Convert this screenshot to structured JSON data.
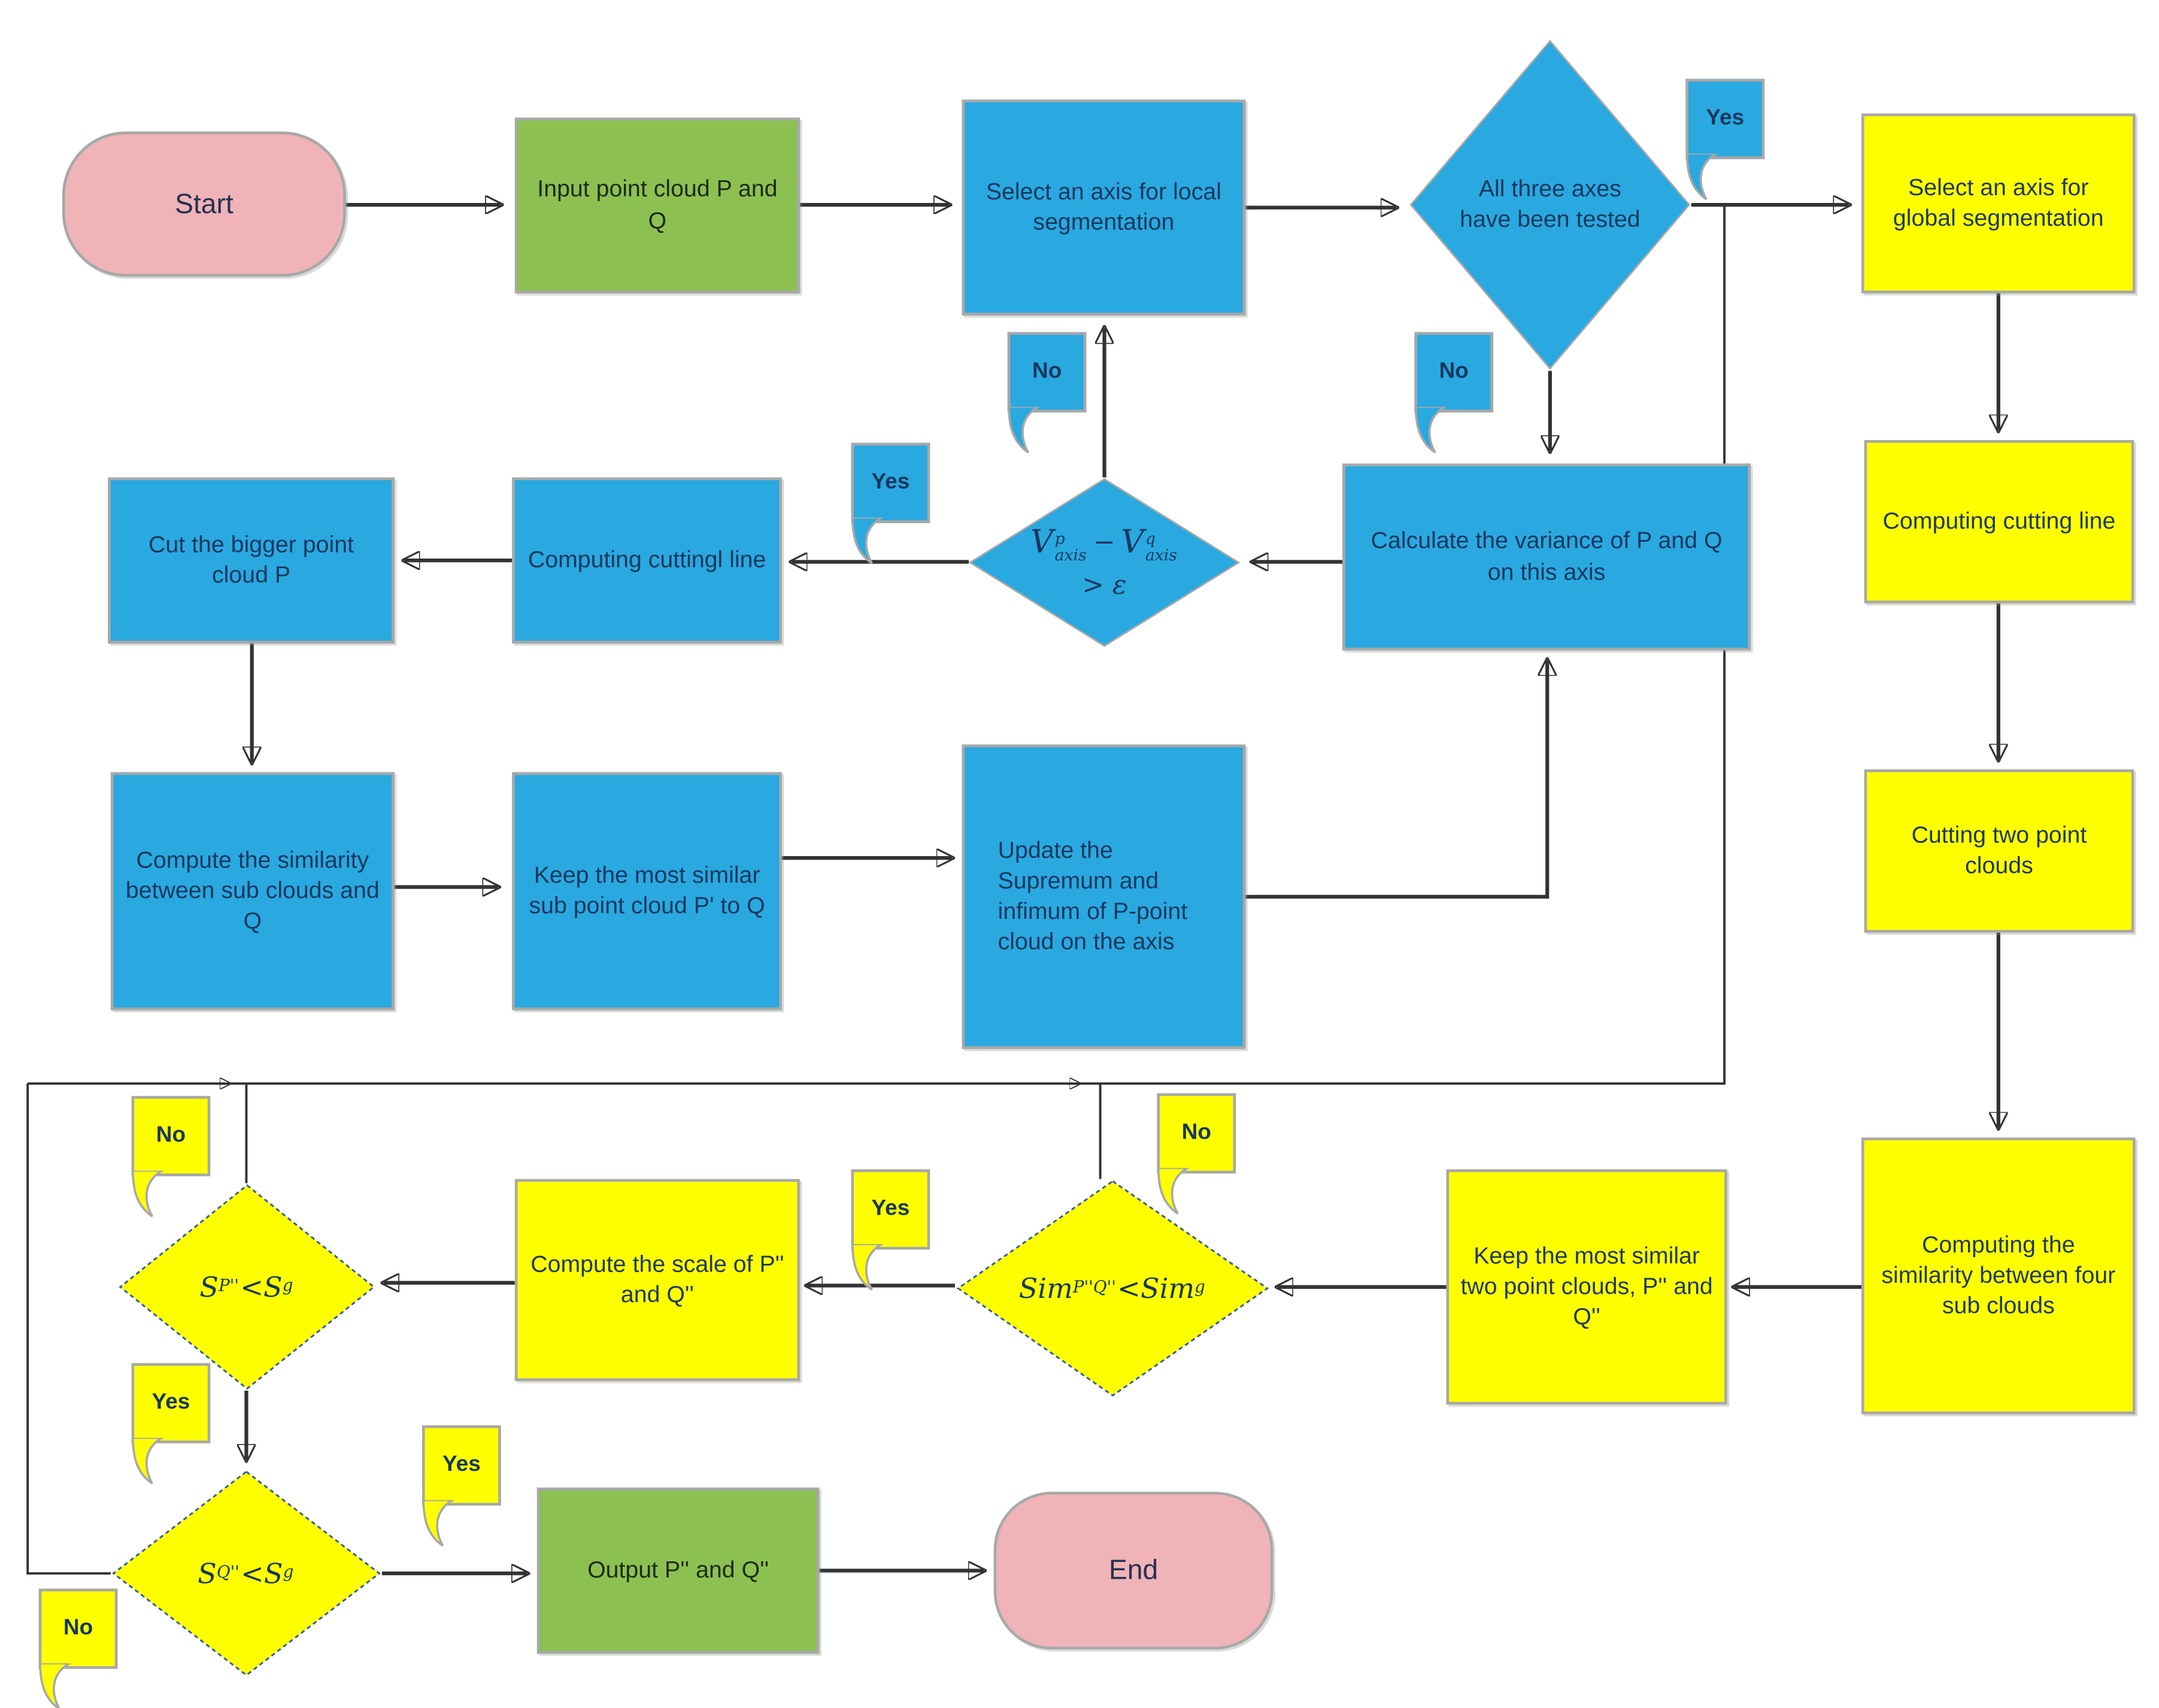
{
  "palette": {
    "process_blue": "#29A9E0",
    "process_yellow": "#FFFF00",
    "io_green": "#8CC152",
    "terminator_pink": "#EFB3B8",
    "arrow": "#333333",
    "text_blue_box": "#17375E",
    "text_yellow_box": "#1F3864",
    "diamond_dash_border": "#3A5FA0"
  },
  "nodes": {
    "start": {
      "label": "Start"
    },
    "input": {
      "label": "Input point cloud P and Q"
    },
    "select_local": {
      "label": "Select an axis for local segmentation"
    },
    "all_three": {
      "label": "All three axes have been tested"
    },
    "select_global": {
      "label": "Select an axis for global segmentation"
    },
    "calc_variance": {
      "label": "Calculate the variance of P and Q on this axis"
    },
    "computing_cuttingl": {
      "label": "Computing cuttingl line"
    },
    "cut_bigger": {
      "label": "Cut the bigger point cloud P"
    },
    "cc_line_yellow": {
      "label": "Computing cutting line"
    },
    "compute_sim_sub": {
      "label": "Compute the similarity between sub clouds and Q"
    },
    "keep_sub": {
      "label": "Keep the most similar sub point cloud P' to Q"
    },
    "update_sup": {
      "label": "Update the Supremum and infimum of P-point cloud on the axis"
    },
    "cutting_two": {
      "label": "Cutting two point clouds"
    },
    "computing_four": {
      "label": "Computing the similarity between four sub clouds"
    },
    "keep_two": {
      "label": "Keep the most similar two point clouds, P'' and Q''"
    },
    "compute_scale": {
      "label": "Compute the scale of P'' and Q''"
    },
    "output": {
      "label": "Output P'' and Q''"
    },
    "end": {
      "label": "End"
    }
  },
  "math": {
    "variance": {
      "base1": "V",
      "sup1": "p",
      "sub1": "axis",
      "op": "−",
      "base2": "V",
      "sup2": "q",
      "sub2": "axis",
      "cond": "> ε"
    },
    "sim": {
      "base1": "Sim",
      "sub1": "P''Q''",
      "op": "<",
      "base2": "Sim",
      "sub2": "g"
    },
    "sp": {
      "base1": "S",
      "sub1": "P''",
      "op": "<",
      "base2": "S",
      "sub2": "g"
    },
    "sq": {
      "base1": "S",
      "sub1": "Q''",
      "op": "<",
      "base2": "S",
      "sub2": "g"
    }
  },
  "callouts": {
    "yes_top": {
      "label": "Yes"
    },
    "no_local": {
      "label": "No"
    },
    "no_axes": {
      "label": "No"
    },
    "yes_cutting": {
      "label": "Yes"
    },
    "no_sim": {
      "label": "No"
    },
    "yes_scale": {
      "label": "Yes"
    },
    "no_sp": {
      "label": "No"
    },
    "yes_sp": {
      "label": "Yes"
    },
    "yes_sq": {
      "label": "Yes"
    },
    "no_sq": {
      "label": "No"
    }
  }
}
